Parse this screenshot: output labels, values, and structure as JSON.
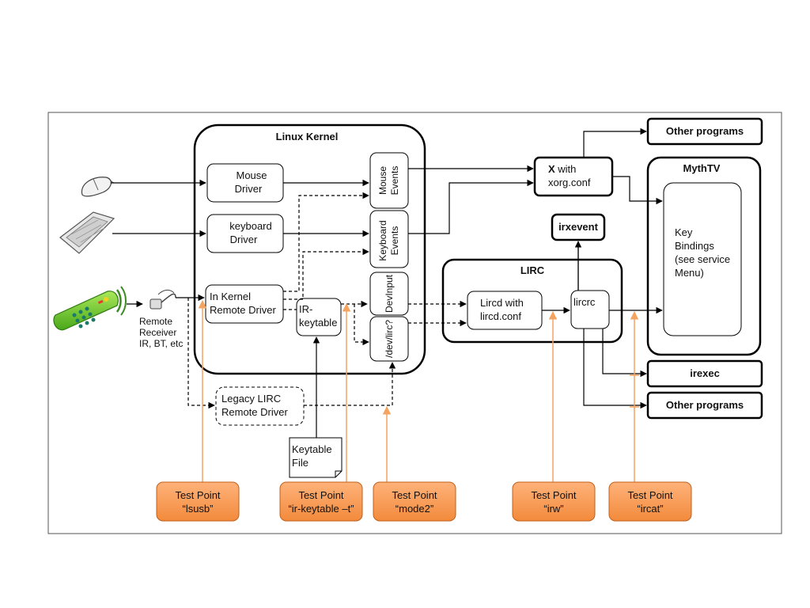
{
  "kernel": {
    "title": "Linux Kernel"
  },
  "lirc": {
    "title": "LIRC"
  },
  "mythtv": {
    "title": "MythTV",
    "bindings": [
      "Key",
      "Bindings",
      "(see service",
      "Menu)"
    ]
  },
  "drivers": {
    "mouse": [
      "Mouse",
      "Driver"
    ],
    "keyboard": [
      "keyboard",
      "Driver"
    ],
    "remote": [
      "In Kernel",
      "Remote Driver"
    ],
    "legacy": [
      "Legacy LIRC",
      "Remote Driver"
    ]
  },
  "keytable": [
    "IR-",
    "keytable"
  ],
  "keytable_file": [
    "Keytable",
    "File"
  ],
  "events": {
    "mouse": [
      "Mouse",
      "Events"
    ],
    "keyboard": [
      "Keyboard",
      "Events"
    ],
    "devinput": "DevInput",
    "devlirc": "/dev/lirc?"
  },
  "x": {
    "bold": "X",
    "rest": " with",
    "line2": "xorg.conf"
  },
  "irxevent": "irxevent",
  "lircd": [
    "Lircd with",
    "lircd.conf"
  ],
  "lircrc": "lircrc",
  "other_top": "Other programs",
  "irexec": "irexec",
  "other_bottom": "Other programs",
  "receiver": [
    "Remote",
    "Receiver",
    "IR, BT, etc"
  ],
  "test_points": [
    {
      "line1": "Test Point",
      "line2": "“lsusb”"
    },
    {
      "line1": "Test Point",
      "line2": "“ir-keytable –t”"
    },
    {
      "line1": "Test Point",
      "line2": "“mode2”"
    },
    {
      "line1": "Test Point",
      "line2": "“irw”"
    },
    {
      "line1": "Test Point",
      "line2": "“ircat”"
    }
  ],
  "colors": {
    "test_point_fill": "#f5904a",
    "test_line": "#f5a460",
    "remote_body": "#6cc82a"
  }
}
